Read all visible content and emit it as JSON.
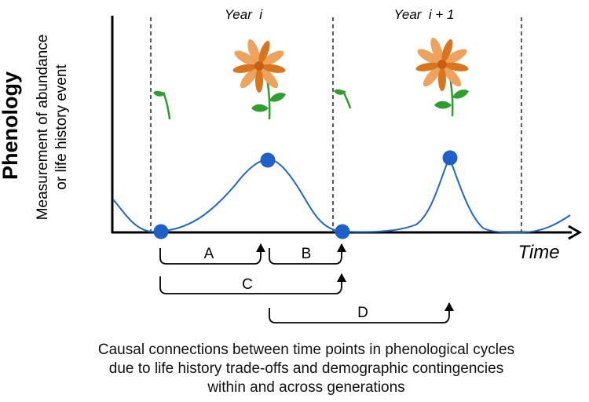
{
  "y_axis": {
    "title": "Phenology",
    "label_line1": "Measurement of abundance",
    "label_line2": "or life history event"
  },
  "x_axis": {
    "label": "Time"
  },
  "periods": [
    {
      "label": "Year  i"
    },
    {
      "label": "Year  i + 1"
    }
  ],
  "connections": [
    {
      "label": "A"
    },
    {
      "label": "B"
    },
    {
      "label": "C"
    },
    {
      "label": "D"
    }
  ],
  "icons": [
    "seedling-icon",
    "flower-icon"
  ],
  "colors": {
    "curve": "#2166c4",
    "point": "#1f5fc8",
    "petal_dark": "#d9741f",
    "petal_light": "#eda25e",
    "leaf": "#2e9e2e",
    "stem": "#2e9e2e"
  },
  "caption": {
    "line1": "Causal connections between time points in phenological cycles",
    "line2": "due to life history trade-offs and demographic contingencies",
    "line3": "within and across generations"
  }
}
